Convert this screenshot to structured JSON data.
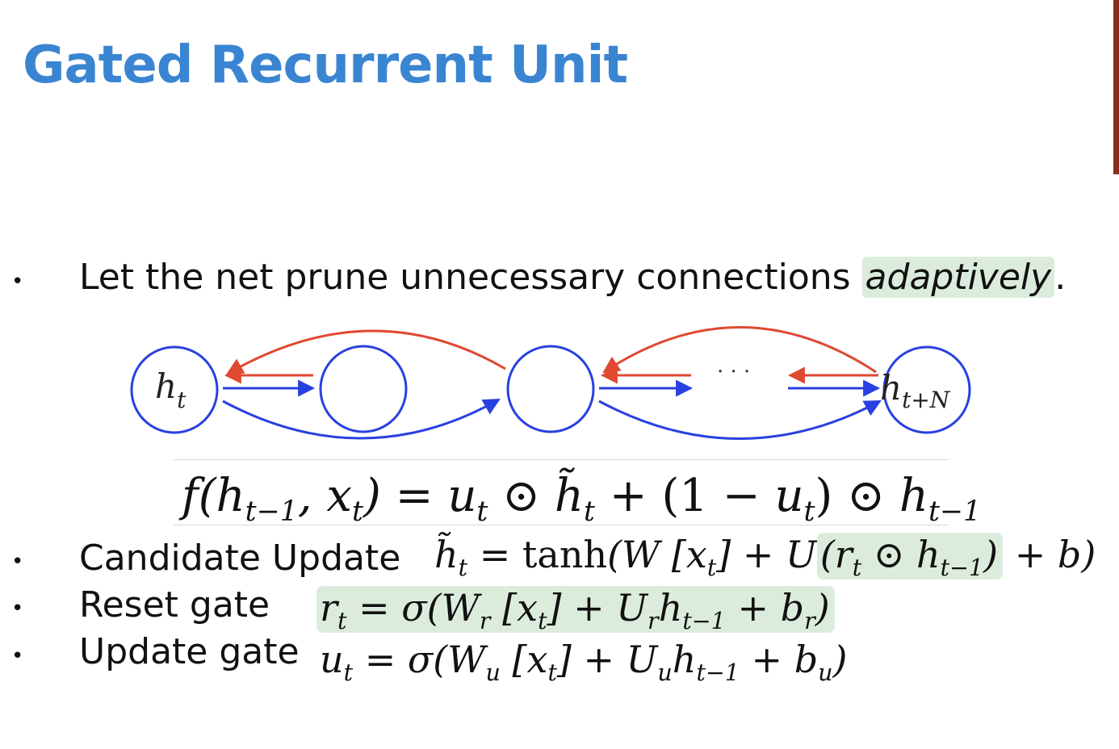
{
  "slide": {
    "title": "Gated Recurrent Unit"
  },
  "intro": {
    "text": "Let the net prune unnecessary connections ",
    "emphasis": "adaptively",
    "end": "."
  },
  "diagram": {
    "node_first_label": "h",
    "node_first_sub": "t",
    "node_last_label": "h",
    "node_last_sub": "t+N",
    "dots": "· · ·",
    "colors": {
      "forward": "#2840e0",
      "backward": "#e04830",
      "node": "#2840e0"
    }
  },
  "equations": {
    "main": {
      "lhs_f": "f",
      "lhs_args_1": "(h",
      "lhs_sub_1": "t−1",
      "lhs_args_2": ", x",
      "lhs_sub_2": "t",
      "lhs_close": ")",
      "eq": " = ",
      "u1": "u",
      "u1_sub": "t",
      "odot1": " ⊙ ",
      "htilde": "h̃",
      "htilde_sub": "t",
      "plus": " + ",
      "paren_open": "(1 − ",
      "u2": "u",
      "u2_sub": "t",
      "paren_close": ")",
      "odot2": " ⊙ ",
      "h": "h",
      "h_sub": "t−1"
    },
    "candidate": {
      "label": "Candidate Update",
      "lhs": "h̃",
      "lhs_sub": "t",
      "eq": " = ",
      "fn": "tanh",
      "part1": "(W [x",
      "part1_sub": "t",
      "part2": "] + U",
      "hl_open": "(r",
      "hl_sub1": "t",
      "hl_mid": " ⊙ h",
      "hl_sub2": "t−1",
      "hl_close": ")",
      "tail": " + b)"
    },
    "reset": {
      "label": "Reset gate",
      "r": "r",
      "r_sub": "t",
      "eq": " = ",
      "sigma": "σ(W",
      "w_sub": "r",
      "x": " [x",
      "x_sub": "t",
      "plus_u": "] + U",
      "u_sub": "r",
      "h": "h",
      "h_sub": "t−1",
      "plus_b": " + b",
      "b_sub": "r",
      "close": ")"
    },
    "update": {
      "label": "Update gate",
      "u": "u",
      "u_sub": "t",
      "eq": " = ",
      "sigma": "σ(W",
      "w_sub": "u",
      "x": " [x",
      "x_sub": "t",
      "plus_u": "] + U",
      "u2_sub": "u",
      "h": "h",
      "h_sub": "t−1",
      "plus_b": " + b",
      "b_sub": "u",
      "close": ")"
    }
  }
}
